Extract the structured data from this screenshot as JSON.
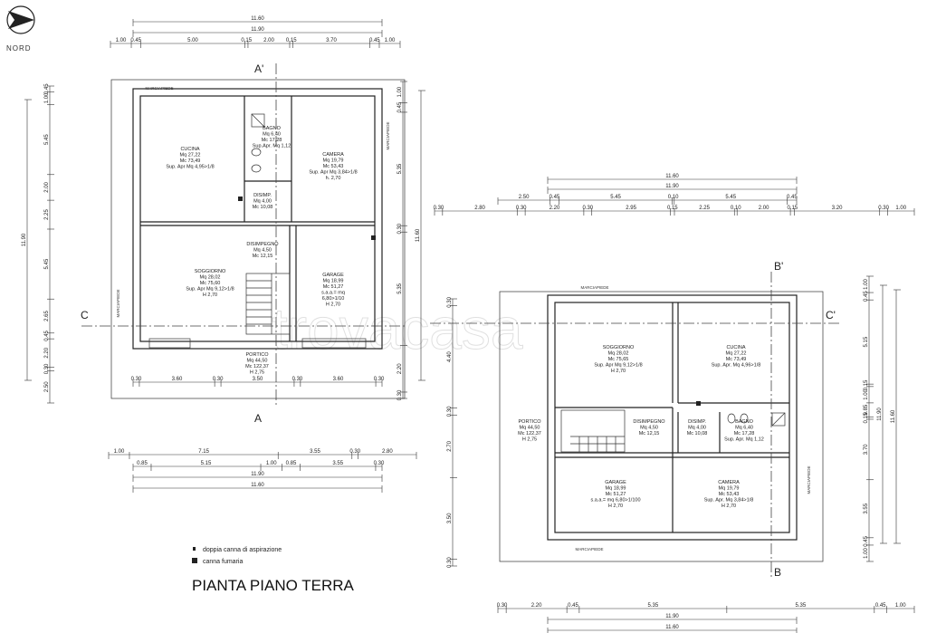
{
  "north_label": "NORD",
  "title": "PIANTA PIANO TERRA",
  "legend": [
    "doppia canna di aspirazione",
    "canna fumaria"
  ],
  "watermark": "trovacasa",
  "section_marks": {
    "a_top": "A'",
    "a_bottom": "A",
    "b_top": "B'",
    "b_bottom": "B",
    "c_left": "C",
    "c_right": "C'"
  },
  "walkway_label": "MARCIAPIEDE",
  "plan_a": {
    "rooms": [
      {
        "name": "CUCINA",
        "lines": [
          "Mq 27,22",
          "Mc 73,49",
          "Sup. Apr Mq 4,95>1/8"
        ]
      },
      {
        "name": "BAGNO",
        "lines": [
          "Mq 6,40",
          "Mc 17,28",
          "Sup.Apr. Mq 1,12"
        ]
      },
      {
        "name": "CAMERA",
        "lines": [
          "Mq 19,79",
          "Mc 53,43",
          "Sup. Apr Mq 3,84>1/8",
          "h. 2,70"
        ]
      },
      {
        "name": "DISIMP.",
        "lines": [
          "Mq 4,00",
          "Mc 10,08"
        ]
      },
      {
        "name": "DISIMPEGNO",
        "lines": [
          "Mq 4,50",
          "Mc 12,15"
        ]
      },
      {
        "name": "SOGGIORNO",
        "lines": [
          "Mq 28,02",
          "Mc 75,60",
          "Sup. Apr Mq 9,12>1/8",
          "H 2,70"
        ]
      },
      {
        "name": "GARAGE",
        "lines": [
          "Mq 18,99",
          "Mc 51,27",
          "s.a.a.= mq",
          "6,80>1/10",
          "H 2,70"
        ]
      },
      {
        "name": "PORTICO",
        "lines": [
          "Mq 44,50",
          "Mc 122,37",
          "H 2,75"
        ]
      }
    ],
    "dims_top": {
      "total_outer": "11.60",
      "total": "11.90",
      "parts": [
        "1.00",
        "0.45",
        "5.00",
        "0.15",
        "2.00",
        "0.15",
        "3.70",
        "0.45",
        "1.00"
      ]
    },
    "dims_bottom_inner": [
      "0.30",
      "3.60",
      "0.30",
      "3.50",
      "0.30",
      "3.60",
      "0.30"
    ],
    "dims_bottom": {
      "row1": [
        "1.00",
        "7.15",
        "3.55",
        "0.30",
        "2.80"
      ],
      "row2": [
        "0.85",
        "5.15",
        "1.00",
        "0.85",
        "3.55",
        "0.30"
      ],
      "total": "11.90",
      "total_outer": "11.60"
    },
    "dims_left": [
      "0.45",
      "1.00",
      "5.45",
      "2.00",
      "2.25",
      "5.45",
      "2.65",
      "0.45",
      "2.20",
      "0.30",
      "2.50"
    ],
    "dims_left_total": "11.90",
    "dims_right": [
      "1.00",
      "0.45",
      "5.35",
      "0.30",
      "5.35",
      "2.20",
      "0.30"
    ],
    "dims_right_total": "11.60"
  },
  "plan_b": {
    "rooms": [
      {
        "name": "SOGGIORNO",
        "lines": [
          "Mq 28,02",
          "Mc 75,65",
          "Sup. Apr Mq 9,12>1/8",
          "H 2,70"
        ]
      },
      {
        "name": "CUCINA",
        "lines": [
          "Mq 27,22",
          "Mc 73,49",
          "Sup. Apr. Mq 4,96>1/8"
        ]
      },
      {
        "name": "PORTICO",
        "lines": [
          "Mq 44,50",
          "Mc 122,37",
          "H 2,75"
        ]
      },
      {
        "name": "DISIMPEGNO",
        "lines": [
          "Mq 4,50",
          "Mc 12,15"
        ]
      },
      {
        "name": "DISIMP.",
        "lines": [
          "Mq 4,00",
          "Mc 10,08"
        ]
      },
      {
        "name": "BAGNO",
        "lines": [
          "Mq 6,40",
          "Mc 17,28",
          "Sup. Apr. Mq 1,12"
        ]
      },
      {
        "name": "GARAGE",
        "lines": [
          "Mq 18,99",
          "Mc 51,27",
          "s.a.a.= mq 6,80>1/100",
          "H 2,70"
        ]
      },
      {
        "name": "CAMERA",
        "lines": [
          "Mq 19,79",
          "Mc 53,43",
          "Sup. Apr. Mq 3,84>1/8",
          "H 2,70"
        ]
      }
    ],
    "dims_top": {
      "total_outer": "11.60",
      "total": "11.90",
      "row1": [
        "2.50",
        "0.45",
        "5.45",
        "0.10",
        "5.45",
        "0.45"
      ],
      "row2": [
        "0.30",
        "2.80",
        "0.30",
        "2.20",
        "0.30",
        "2.95",
        "0.15",
        "2.25",
        "0.10",
        "2.00",
        "0.15",
        "3.20",
        "0.30",
        "1.00"
      ]
    },
    "dims_bottom": {
      "row1": [
        "0.30",
        "2.20",
        "0.45",
        "5.35",
        "5.35",
        "0.45",
        "1.00"
      ],
      "total": "11.90",
      "total_outer": "11.60"
    },
    "dims_left": [
      "0.30",
      "4.40",
      "0.30",
      "2.70",
      "3.50",
      "0.30"
    ],
    "dims_right": [
      "1.00",
      "0.45",
      "5.15",
      "0.15",
      "1.00",
      "0.85",
      "0.15",
      "3.70",
      "3.55",
      "0.45",
      "1.00"
    ],
    "dims_right_total": [
      "11.90",
      "11.60"
    ]
  }
}
